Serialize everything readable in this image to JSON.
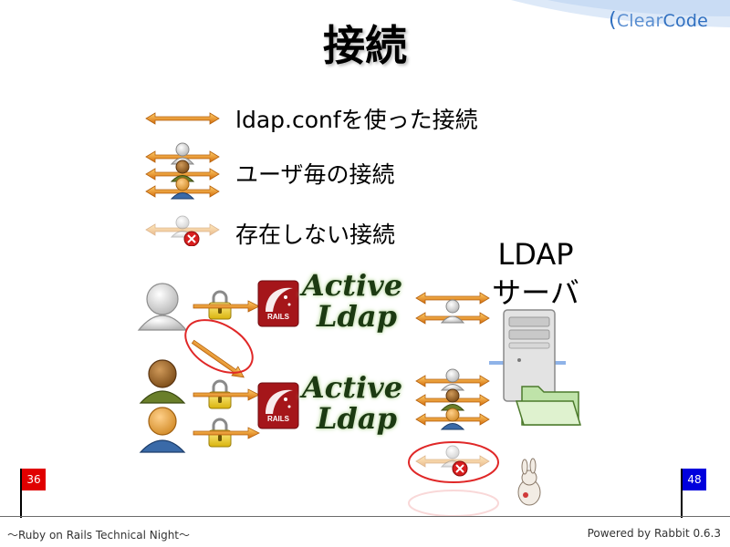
{
  "brand": {
    "prefix": "Clear",
    "suffix": "Code"
  },
  "slide_title": "接続",
  "legend": [
    {
      "label": "ldap.confを使った接続"
    },
    {
      "label": "ユーザ毎の接続"
    },
    {
      "label": "存在しない接続"
    }
  ],
  "server_label": [
    "LDAP",
    "サーバ"
  ],
  "active_ldap": {
    "line1": "Active",
    "line2": "Ldap"
  },
  "rails_logo_text": "RAILS",
  "pages": {
    "current": "36",
    "total": "48"
  },
  "footer": {
    "left": "〜Ruby on Rails Technical Night〜",
    "right": "Powered by Rabbit 0.6.3"
  },
  "colors": {
    "arrow": "#e8891d",
    "lock": "#e9c520",
    "deny_circle": "#e02828",
    "flag_current": "#e00000",
    "flag_total": "#0000dd"
  }
}
